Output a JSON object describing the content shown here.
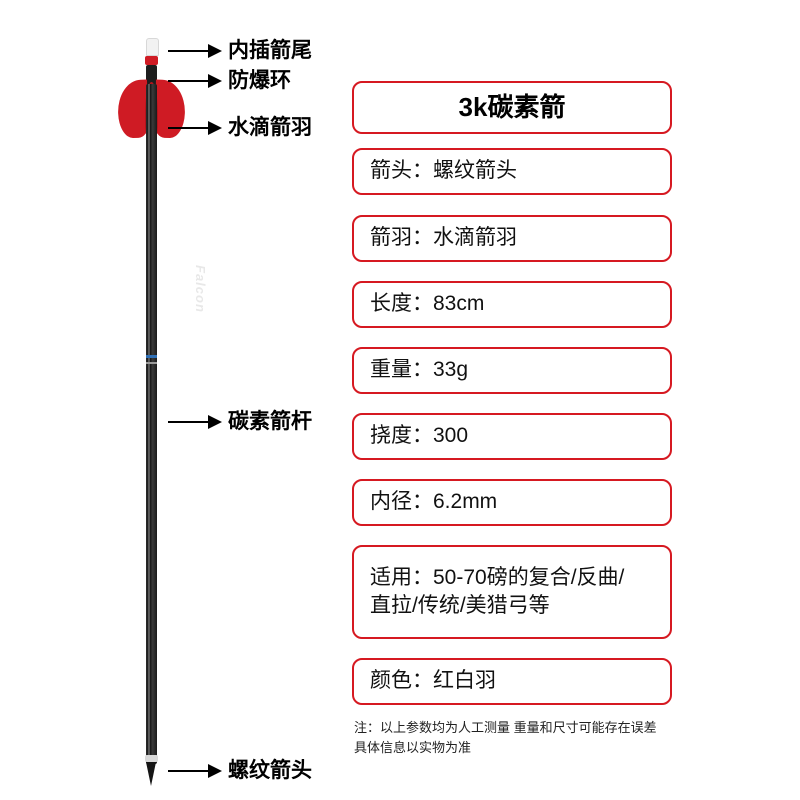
{
  "product": {
    "title": "3k碳素箭",
    "callouts": [
      {
        "id": "insert-nock",
        "label": "内插箭尾"
      },
      {
        "id": "burst-ring",
        "label": "防爆环"
      },
      {
        "id": "teardrop-vane",
        "label": "水滴箭羽"
      },
      {
        "id": "carbon-shaft",
        "label": "碳素箭杆"
      },
      {
        "id": "screw-point",
        "label": "螺纹箭头"
      }
    ],
    "shaft_brand": "Falcon"
  },
  "specs": [
    {
      "id": "arrow-head",
      "text": "箭头：螺纹箭头"
    },
    {
      "id": "fletching",
      "text": "箭羽：水滴箭羽"
    },
    {
      "id": "length",
      "text": "长度：83cm"
    },
    {
      "id": "weight",
      "text": "重量：33g"
    },
    {
      "id": "spine",
      "text": "挠度：300"
    },
    {
      "id": "inner-diameter",
      "text": "内径：6.2mm"
    },
    {
      "id": "compatibility-line1",
      "text": "适用：50-70磅的复合/反曲/"
    },
    {
      "id": "compatibility-line2",
      "text": "直拉/传统/美猎弓等"
    },
    {
      "id": "color",
      "text": "颜色：红白羽"
    }
  ],
  "note": {
    "line1": "注：以上参数均为人工测量 重量和尺寸可能存在误差",
    "line2": "具体信息以实物为准"
  },
  "colors": {
    "accent_red": "#d61921",
    "vane_red": "#cf1b24",
    "text": "#111111",
    "background": "#ffffff"
  }
}
